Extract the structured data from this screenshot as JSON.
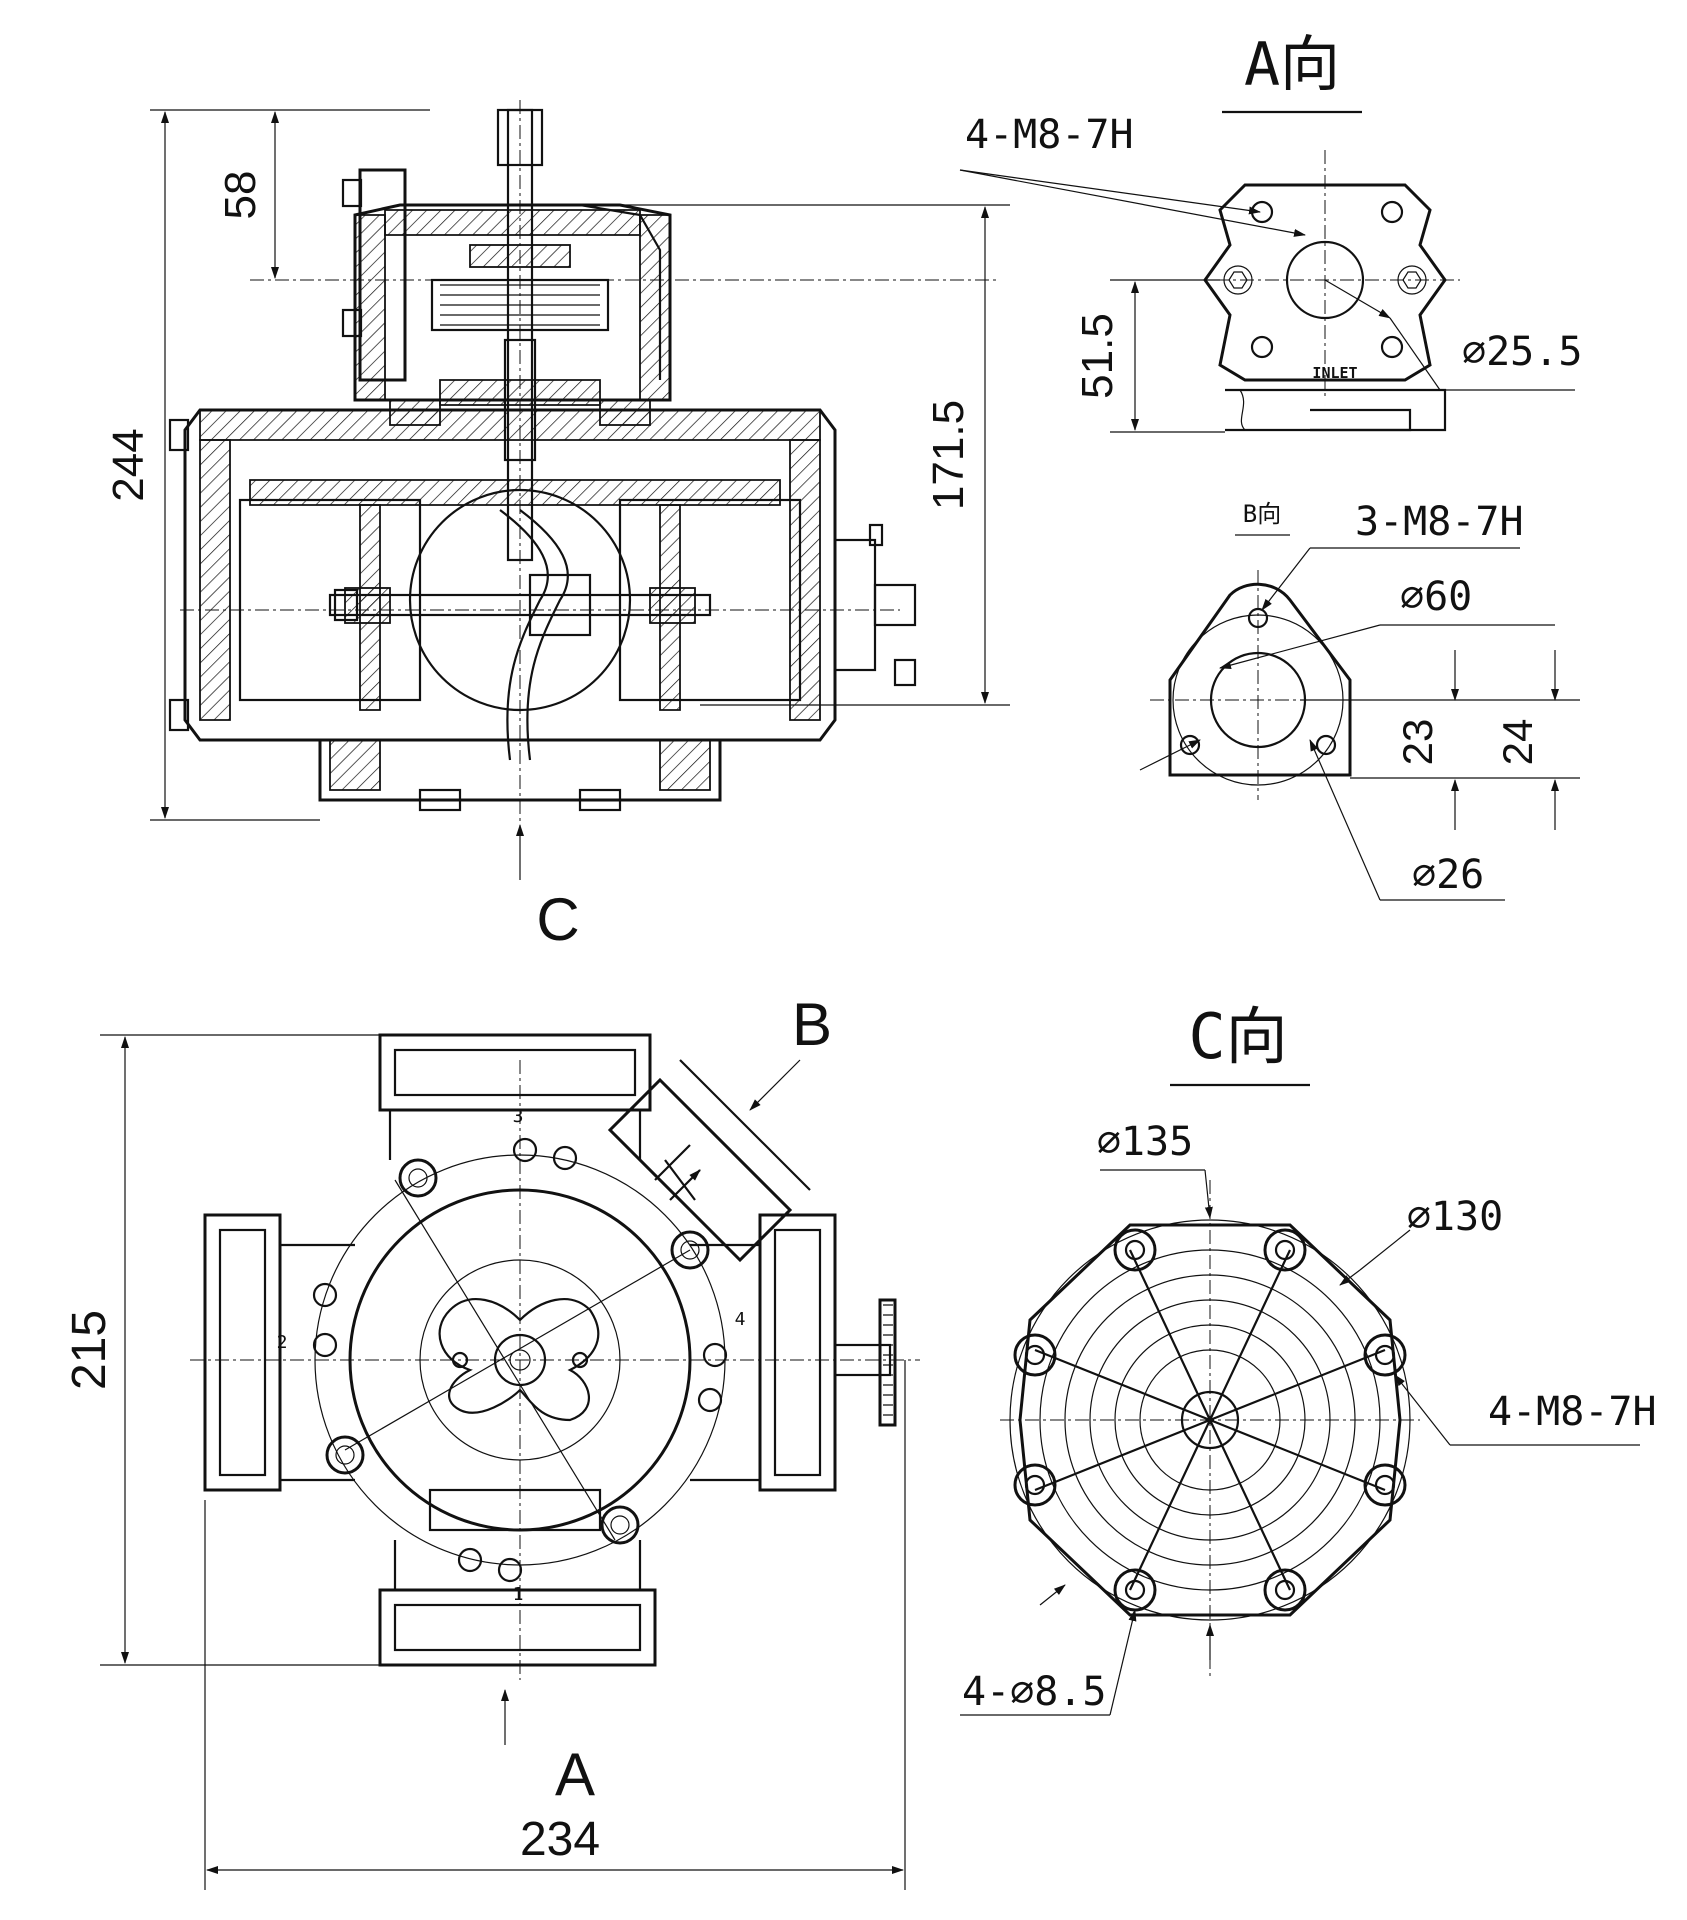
{
  "views": {
    "front_section": {
      "dims": {
        "height_total": "244",
        "top_offset": "58",
        "height_to_axis": "171.5"
      },
      "direction_label": "C"
    },
    "plan_view": {
      "dims": {
        "height": "215",
        "width": "234"
      },
      "direction_labels": {
        "view_a": "A",
        "view_b": "B"
      },
      "port_numbers": [
        "1",
        "2",
        "3",
        "4"
      ]
    },
    "view_a": {
      "title": "A向",
      "thread_callout": "4-M8-7H",
      "bore": "⌀25.5",
      "height": "51.5",
      "port_label": "INLET"
    },
    "view_b": {
      "title": "B向",
      "thread_callout": "3-M8-7H",
      "pcd": "⌀60",
      "bore": "⌀26",
      "dim_23": "23",
      "dim_24": "24"
    },
    "view_c": {
      "title": "C向",
      "outer_diameter": "⌀135",
      "pcd": "⌀130",
      "thread_callout": "4-M8-7H",
      "holes": "4-⌀8.5"
    }
  }
}
